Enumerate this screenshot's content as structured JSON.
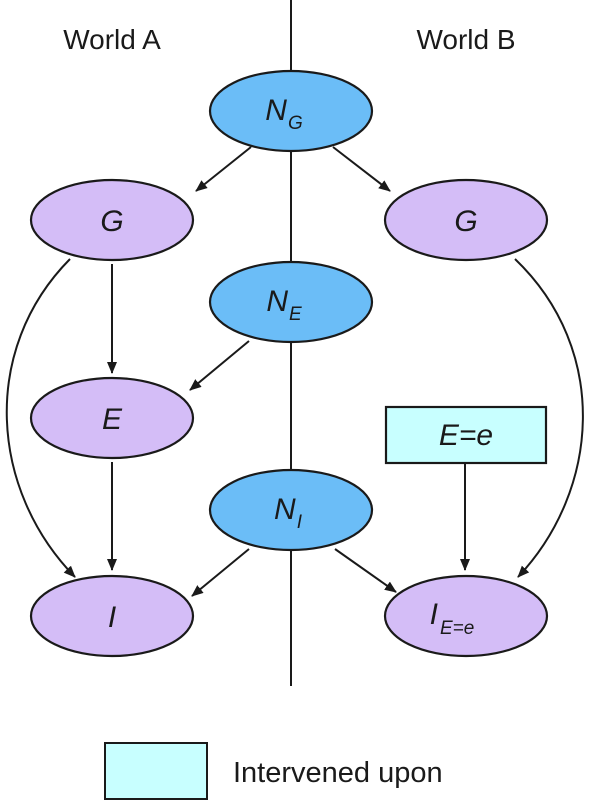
{
  "diagram": {
    "worlds": [
      {
        "id": "A",
        "label": "World A"
      },
      {
        "id": "B",
        "label": "World B"
      }
    ],
    "colors": {
      "noise_fill": "#6bbdf7",
      "variable_fill": "#d4bdf7",
      "intervened_fill": "#c8ffff",
      "stroke": "#1a1a1a"
    },
    "nodes": {
      "NG": {
        "main": "N",
        "sub": "G",
        "type": "noise"
      },
      "NE": {
        "main": "N",
        "sub": "E",
        "type": "noise"
      },
      "NI": {
        "main": "N",
        "sub": "I",
        "type": "noise"
      },
      "GA": {
        "main": "G",
        "sub": "",
        "type": "variable",
        "world": "A"
      },
      "EA": {
        "main": "E",
        "sub": "",
        "type": "variable",
        "world": "A"
      },
      "IA": {
        "main": "I",
        "sub": "",
        "type": "variable",
        "world": "A"
      },
      "GB": {
        "main": "G",
        "sub": "",
        "type": "variable",
        "world": "B"
      },
      "EB": {
        "main": "E=e",
        "sub": "",
        "type": "intervened",
        "world": "B"
      },
      "IB": {
        "main": "I",
        "sub": "E=e",
        "type": "variable",
        "world": "B"
      }
    },
    "edges": [
      {
        "from": "NG",
        "to": "GA"
      },
      {
        "from": "NG",
        "to": "GB"
      },
      {
        "from": "GA",
        "to": "EA"
      },
      {
        "from": "GA",
        "to": "IA"
      },
      {
        "from": "NE",
        "to": "EA"
      },
      {
        "from": "EA",
        "to": "IA"
      },
      {
        "from": "NI",
        "to": "IA"
      },
      {
        "from": "NI",
        "to": "IB"
      },
      {
        "from": "EB",
        "to": "IB"
      },
      {
        "from": "GB",
        "to": "IB"
      }
    ],
    "legend": {
      "label": "Intervened upon"
    }
  }
}
